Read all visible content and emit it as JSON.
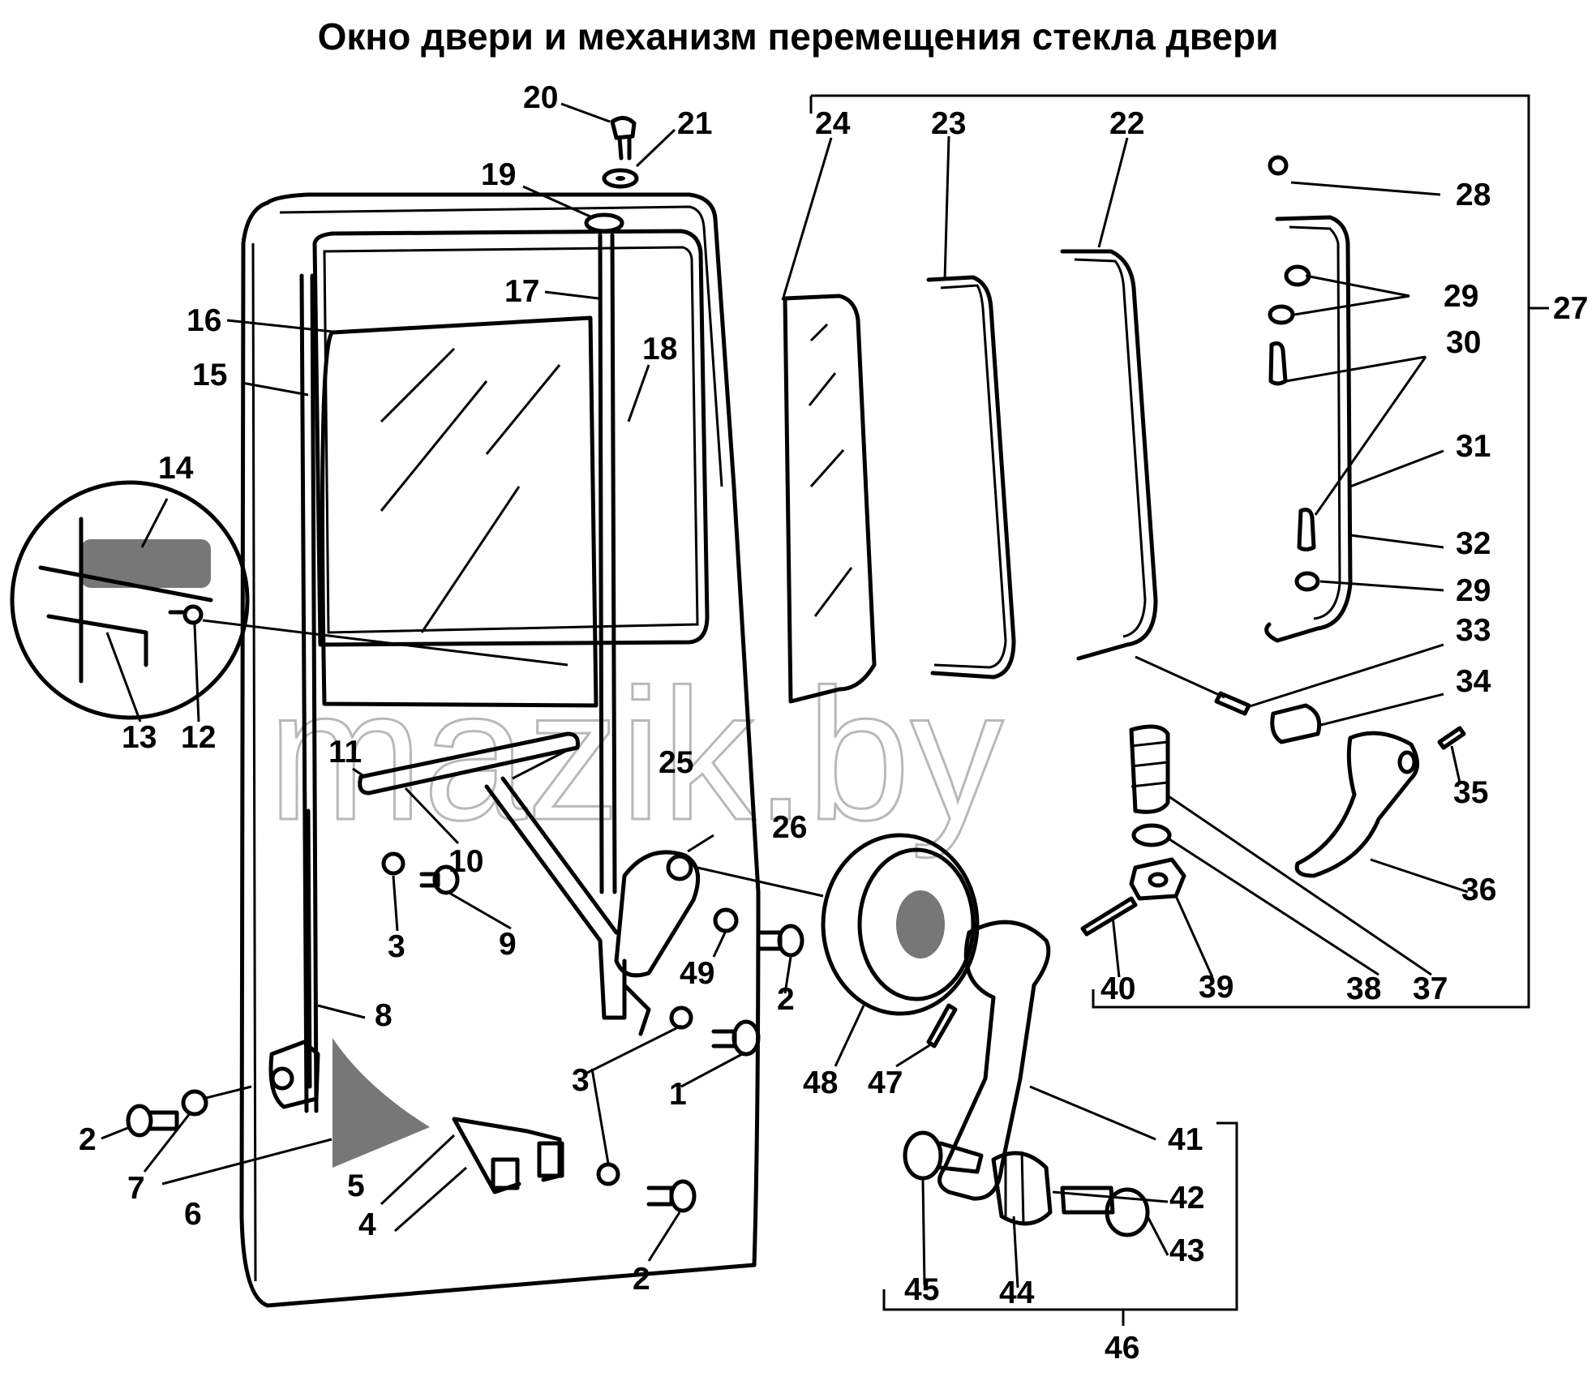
{
  "title": "Окно двери и механизм перемещения стекла двери",
  "watermark": "mazik.by",
  "callouts": [
    {
      "id": "c1",
      "text": "1"
    },
    {
      "id": "c2a",
      "text": "2"
    },
    {
      "id": "c2b",
      "text": "2"
    },
    {
      "id": "c2c",
      "text": "2"
    },
    {
      "id": "c3a",
      "text": "3"
    },
    {
      "id": "c3b",
      "text": "3"
    },
    {
      "id": "c4",
      "text": "4"
    },
    {
      "id": "c5",
      "text": "5"
    },
    {
      "id": "c6",
      "text": "6"
    },
    {
      "id": "c7",
      "text": "7"
    },
    {
      "id": "c8",
      "text": "8"
    },
    {
      "id": "c9",
      "text": "9"
    },
    {
      "id": "c10",
      "text": "10"
    },
    {
      "id": "c11",
      "text": "11"
    },
    {
      "id": "c12",
      "text": "12"
    },
    {
      "id": "c13",
      "text": "13"
    },
    {
      "id": "c14",
      "text": "14"
    },
    {
      "id": "c15",
      "text": "15"
    },
    {
      "id": "c16",
      "text": "16"
    },
    {
      "id": "c17",
      "text": "17"
    },
    {
      "id": "c18",
      "text": "18"
    },
    {
      "id": "c19",
      "text": "19"
    },
    {
      "id": "c20",
      "text": "20"
    },
    {
      "id": "c21",
      "text": "21"
    },
    {
      "id": "c22",
      "text": "22"
    },
    {
      "id": "c23",
      "text": "23"
    },
    {
      "id": "c24",
      "text": "24"
    },
    {
      "id": "c25",
      "text": "25"
    },
    {
      "id": "c26",
      "text": "26"
    },
    {
      "id": "c27",
      "text": "27"
    },
    {
      "id": "c28",
      "text": "28"
    },
    {
      "id": "c29a",
      "text": "29"
    },
    {
      "id": "c29b",
      "text": "29"
    },
    {
      "id": "c30",
      "text": "30"
    },
    {
      "id": "c31",
      "text": "31"
    },
    {
      "id": "c32",
      "text": "32"
    },
    {
      "id": "c33",
      "text": "33"
    },
    {
      "id": "c34",
      "text": "34"
    },
    {
      "id": "c35",
      "text": "35"
    },
    {
      "id": "c36",
      "text": "36"
    },
    {
      "id": "c37",
      "text": "37"
    },
    {
      "id": "c38",
      "text": "38"
    },
    {
      "id": "c39",
      "text": "39"
    },
    {
      "id": "c40",
      "text": "40"
    },
    {
      "id": "c41",
      "text": "41"
    },
    {
      "id": "c42",
      "text": "42"
    },
    {
      "id": "c43",
      "text": "43"
    },
    {
      "id": "c44",
      "text": "44"
    },
    {
      "id": "c45",
      "text": "45"
    },
    {
      "id": "c46",
      "text": "46"
    },
    {
      "id": "c47",
      "text": "47"
    },
    {
      "id": "c48",
      "text": "48"
    },
    {
      "id": "c49",
      "text": "49"
    }
  ]
}
